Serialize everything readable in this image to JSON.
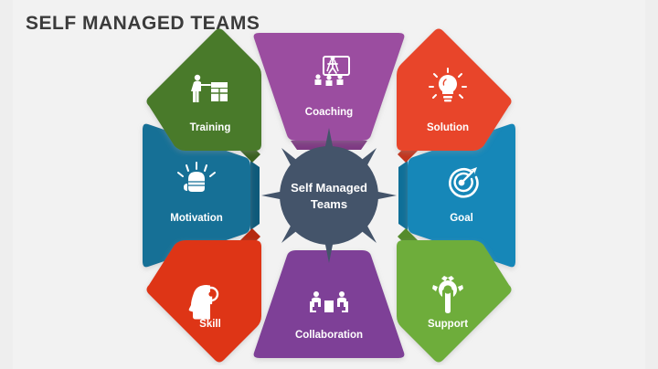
{
  "title": "SELF MANAGED TEAMS",
  "background_color": "#f2f2f2",
  "title_color": "#3b3b3b",
  "hub": {
    "name": "self-managed-teams-hub",
    "line1": "Self Managed",
    "line2": "Teams",
    "color": "#44546a",
    "text_color": "#ffffff"
  },
  "segments": [
    {
      "id": "coaching",
      "label": "Coaching",
      "icon": "presenter-whiteboard-icon",
      "color": "#9b4ea0",
      "shade": "#7e3a83",
      "position": "top"
    },
    {
      "id": "solution",
      "label": "Solution",
      "icon": "lightbulb-icon",
      "color": "#e8452a",
      "shade": "#c2351e",
      "position": "top-right"
    },
    {
      "id": "goal",
      "label": "Goal",
      "icon": "target-arrow-icon",
      "color": "#1387b8",
      "shade": "#0f6f98",
      "position": "right"
    },
    {
      "id": "support",
      "label": "Support",
      "icon": "gear-wrench-icon",
      "color": "#6ead3a",
      "shade": "#558b2c",
      "position": "bottom-right"
    },
    {
      "id": "collaboration",
      "label": "Collaboration",
      "icon": "two-people-table-icon",
      "color": "#7e3f97",
      "shade": "#65317a",
      "position": "bottom"
    },
    {
      "id": "skill",
      "label": "Skill",
      "icon": "head-gear-icon",
      "color": "#de3415",
      "shade": "#b52a10",
      "position": "bottom-left"
    },
    {
      "id": "motivation",
      "label": "Motivation",
      "icon": "raised-fist-icon",
      "color": "#156f96",
      "shade": "#0f5a7a",
      "position": "left"
    },
    {
      "id": "training",
      "label": "Training",
      "icon": "trainer-flipchart-icon",
      "color": "#4a7a2b",
      "shade": "#3a6020",
      "position": "top-left"
    }
  ]
}
